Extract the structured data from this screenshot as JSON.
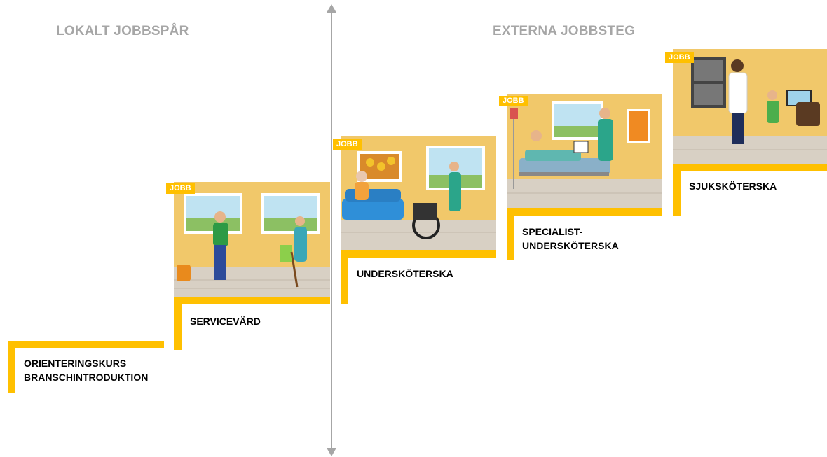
{
  "headings": {
    "left": "LOKALT JOBBSPÅR",
    "right": "EXTERNA  JOBBSTEG"
  },
  "badge": "JOBB",
  "steps": [
    {
      "line1": "ORIENTERINGSKURS",
      "line2": "BRANSCHINTRODUKTION"
    },
    {
      "line1": "SERVICEVÄRD"
    },
    {
      "line1": "UNDERSKÖTERSKA"
    },
    {
      "line1": "SPECIALIST-",
      "line2": "UNDERSKÖTERSKA"
    },
    {
      "line1": "SJUKSKÖTERSKA"
    }
  ],
  "colors": {
    "accent": "#ffc000",
    "divider": "#a6a6a6",
    "wall": "#f1c86a",
    "floor": "#d8d0c4"
  }
}
